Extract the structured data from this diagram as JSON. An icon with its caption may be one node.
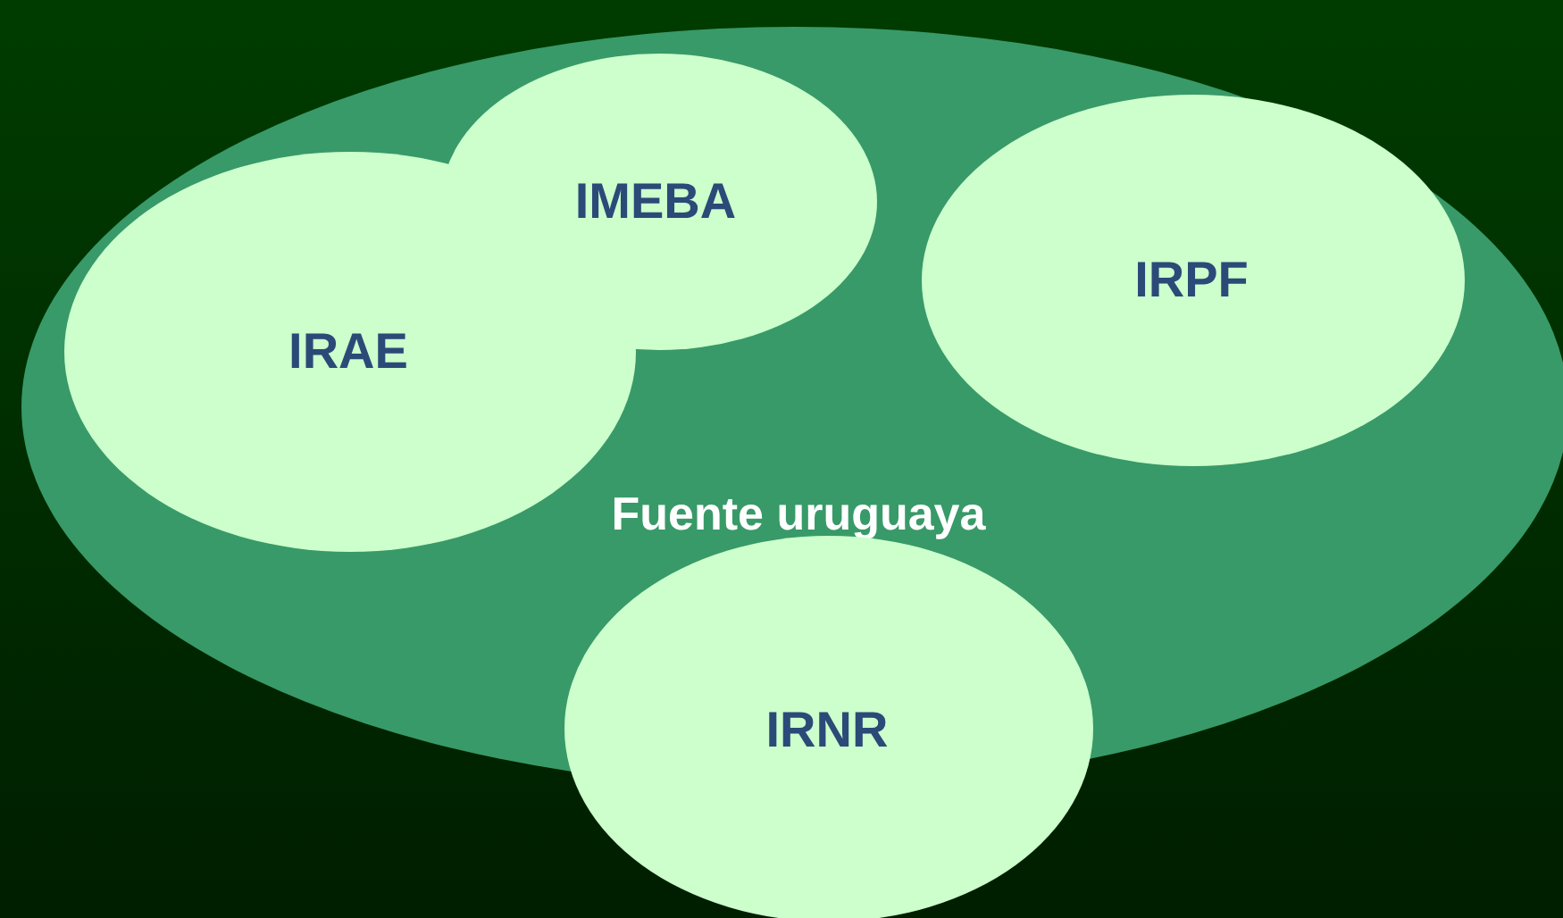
{
  "diagram": {
    "nodes": [
      {
        "text": [
          "Fuente uruguaya"
        ]
      },
      {
        "text": [
          "IMEBA"
        ],
        "in": 0
      },
      {
        "text": [
          "IRAE"
        ],
        "in": 0
      },
      {
        "text": [
          "IRPF"
        ],
        "in": 0
      },
      {
        "text": [
          "IRNR"
        ]
      }
    ]
  }
}
